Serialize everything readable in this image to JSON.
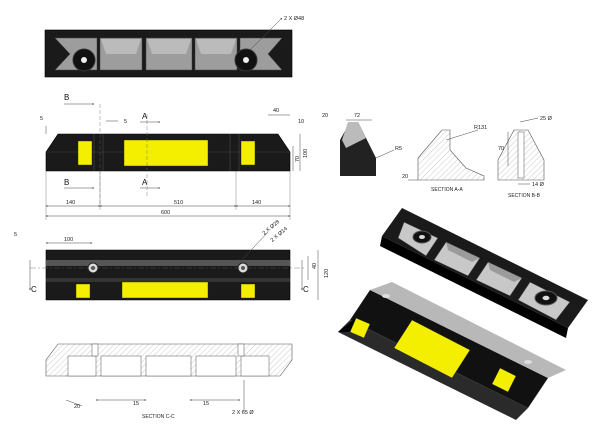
{
  "colors": {
    "body": "#1a1a1a",
    "reflector": "#f4ee00",
    "section_fill": "#7b7b7b",
    "iso_top": "#b8b8b8"
  },
  "top_view": {
    "callout": "2 X Ø48"
  },
  "front_view": {
    "section_marks": {
      "a": "A",
      "b": "B"
    },
    "dims": {
      "d5_left": "5",
      "d5_mid": "5",
      "d40": "40",
      "d10": "10",
      "d70": "70",
      "d100": "100",
      "d140_left": "140",
      "d510": "510",
      "d140_right": "140",
      "d600": "600"
    }
  },
  "section_a_view": {
    "dims": {
      "d20": "20",
      "d72": "72",
      "r5": "R5"
    }
  },
  "section_a": {
    "title": "SECTION A-A",
    "dims": {
      "r131": "R131",
      "d20": "20"
    }
  },
  "section_b": {
    "title": "SECTION B-B",
    "dims": {
      "d25": "25 Ø",
      "d70": "70",
      "d14": "14 Ø"
    }
  },
  "plan_view": {
    "section_mark": "C",
    "dims": {
      "d5": "5",
      "d100": "100",
      "hole1": "2 X Ø28",
      "hole2": "2 X Ø14",
      "d40": "40",
      "d120": "120"
    }
  },
  "section_c": {
    "title": "SECTION C-C",
    "dims": {
      "d20": "20",
      "d15a": "15",
      "d15b": "15",
      "d65": "2 X 65 Ø"
    }
  }
}
